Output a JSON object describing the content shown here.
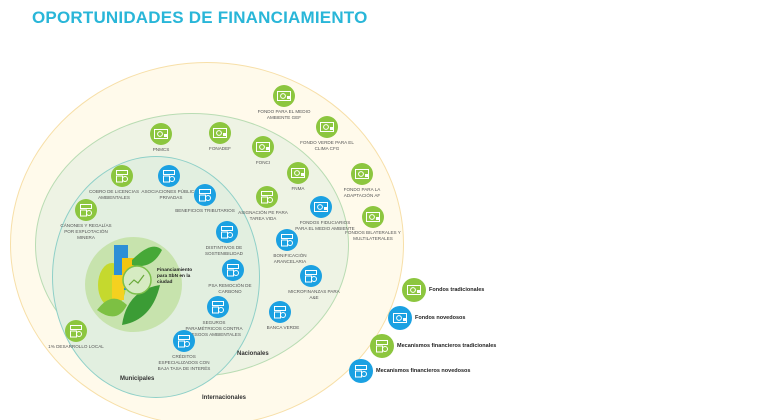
{
  "title": "OPORTUNIDADES DE FINANCIAMIENTO",
  "core": {
    "label": "Financiamiento para SbN en la ciudad"
  },
  "rings": {
    "internacionales": "Internacionales",
    "nacionales": "Nacionales",
    "municipales": "Municipales"
  },
  "colors": {
    "green": "#8cc63f",
    "blue": "#1ba1e2",
    "title": "#29b6d8"
  },
  "items": [
    {
      "id": "gef",
      "label": "Fondo para el medio ambiente GEF",
      "category": "fondos-tradicionales",
      "level": "internacionales"
    },
    {
      "id": "cfg",
      "label": "Fondo verde para el clima CFG",
      "category": "fondos-tradicionales",
      "level": "internacionales"
    },
    {
      "id": "af",
      "label": "Fondo para la adaptación AF",
      "category": "fondos-tradicionales",
      "level": "internacionales"
    },
    {
      "id": "bilat",
      "label": "Fondos bilaterales y multilaterales",
      "category": "fondos-tradicionales",
      "level": "internacionales"
    },
    {
      "id": "pnmcs",
      "label": "PNMCS",
      "category": "fondos-tradicionales",
      "level": "nacionales"
    },
    {
      "id": "fonadef",
      "label": "FONADEF",
      "category": "fondos-tradicionales",
      "level": "nacionales"
    },
    {
      "id": "fonci",
      "label": "FONCI",
      "category": "fondos-tradicionales",
      "level": "nacionales"
    },
    {
      "id": "fnma",
      "label": "FNMA",
      "category": "fondos-tradicionales",
      "level": "nacionales"
    },
    {
      "id": "tareavida",
      "label": "Asignación PE para Tarea Vida",
      "category": "mecanismos-tradicionales",
      "level": "nacionales"
    },
    {
      "id": "fiduc",
      "label": "Fondos fiduciarios para el medio ambiente",
      "category": "fondos-novedosos",
      "level": "nacionales"
    },
    {
      "id": "licencias",
      "label": "Cobro de licencias ambientales",
      "category": "mecanismos-tradicionales",
      "level": "municipales"
    },
    {
      "id": "app",
      "label": "Asociaciones público - privadas",
      "category": "mecanismos-novedosos",
      "level": "municipales"
    },
    {
      "id": "tribut",
      "label": "Beneficios tributarios",
      "category": "mecanismos-novedosos",
      "level": "municipales"
    },
    {
      "id": "canones",
      "label": "Cánones y regalías por explotación minera",
      "category": "mecanismos-tradicionales",
      "level": "municipales"
    },
    {
      "id": "distint",
      "label": "Distintivos de sostenibilidad",
      "category": "mecanismos-novedosos",
      "level": "municipales"
    },
    {
      "id": "bonif",
      "label": "Bonificación arancelaria",
      "category": "mecanismos-novedosos",
      "level": "nacionales"
    },
    {
      "id": "psa",
      "label": "PSA remoción de carbono",
      "category": "mecanismos-novedosos",
      "level": "municipales"
    },
    {
      "id": "micro",
      "label": "Microfinanzas para A&E",
      "category": "mecanismos-novedosos",
      "level": "nacionales"
    },
    {
      "id": "seguros",
      "label": "Seguros paramétricos contra riesgos ambientales",
      "category": "mecanismos-novedosos",
      "level": "municipales"
    },
    {
      "id": "banca",
      "label": "Banca verde",
      "category": "mecanismos-novedosos",
      "level": "nacionales"
    },
    {
      "id": "desarrollo",
      "label": "1% desarrollo local",
      "category": "mecanismos-tradicionales",
      "level": "municipales"
    },
    {
      "id": "creditos",
      "label": "Créditos especializados con baja tasa de interés",
      "category": "mecanismos-novedosos",
      "level": "municipales"
    }
  ],
  "legend": [
    {
      "category": "fondos-tradicionales",
      "label": "Fondos tradicionales"
    },
    {
      "category": "fondos-novedosos",
      "label": "Fondos novedosos"
    },
    {
      "category": "mecanismos-tradicionales",
      "label": "Mecanismos financieros tradicionales"
    },
    {
      "category": "mecanismos-novedosos",
      "label": "Mecanismos financieros novedosos"
    }
  ]
}
